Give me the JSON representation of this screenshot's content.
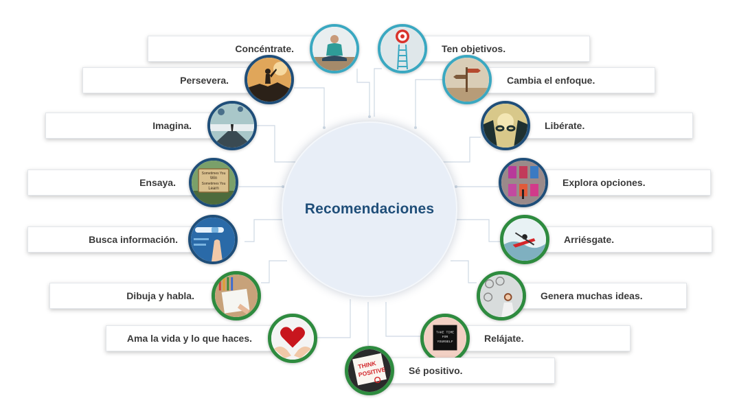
{
  "center": {
    "title": "Recomendaciones"
  },
  "items": [
    {
      "label": "Concéntrate.",
      "icon": "meditation-photo-icon"
    },
    {
      "label": "Ten objetivos.",
      "icon": "target-ladder-photo-icon"
    },
    {
      "label": "Persevera.",
      "icon": "climber-photo-icon"
    },
    {
      "label": "Cambia el enfoque.",
      "icon": "signpost-photo-icon"
    },
    {
      "label": "Imagina.",
      "icon": "balloons-photo-icon"
    },
    {
      "label": "Libérate.",
      "icon": "broken-chain-photo-icon"
    },
    {
      "label": "Ensaya.",
      "icon": "sign-win-learn-photo-icon"
    },
    {
      "label": "Explora opciones.",
      "icon": "doors-photo-icon"
    },
    {
      "label": "Busca información.",
      "icon": "search-screen-photo-icon"
    },
    {
      "label": "Arriésgate.",
      "icon": "kayak-photo-icon"
    },
    {
      "label": "Dibuja y habla.",
      "icon": "sketchbook-photo-icon"
    },
    {
      "label": "Genera muchas ideas.",
      "icon": "lightbulbs-photo-icon"
    },
    {
      "label": "Ama la vida y lo que haces.",
      "icon": "heart-hands-photo-icon"
    },
    {
      "label": "Relájate.",
      "icon": "take-time-board-photo-icon"
    },
    {
      "label": "Sé positivo.",
      "icon": "think-positive-photo-icon"
    }
  ],
  "photo_text": {
    "sign_line1": "Sometimes You",
    "sign_line2": "Win",
    "sign_line3": "Sometimes You",
    "sign_line4": "Learn",
    "board_line1": "TAKE TIME",
    "board_line2": "FOR",
    "board_line3": "YOURSELF",
    "note_line1": "THINK",
    "note_line2": "POSITIVE"
  },
  "colors": {
    "teal_ring": "#3aa8c1",
    "navy_ring": "#1f4e79",
    "green_ring": "#2e8b3f",
    "hub_fill": "#e8eef7",
    "hub_text": "#1f4e79"
  }
}
